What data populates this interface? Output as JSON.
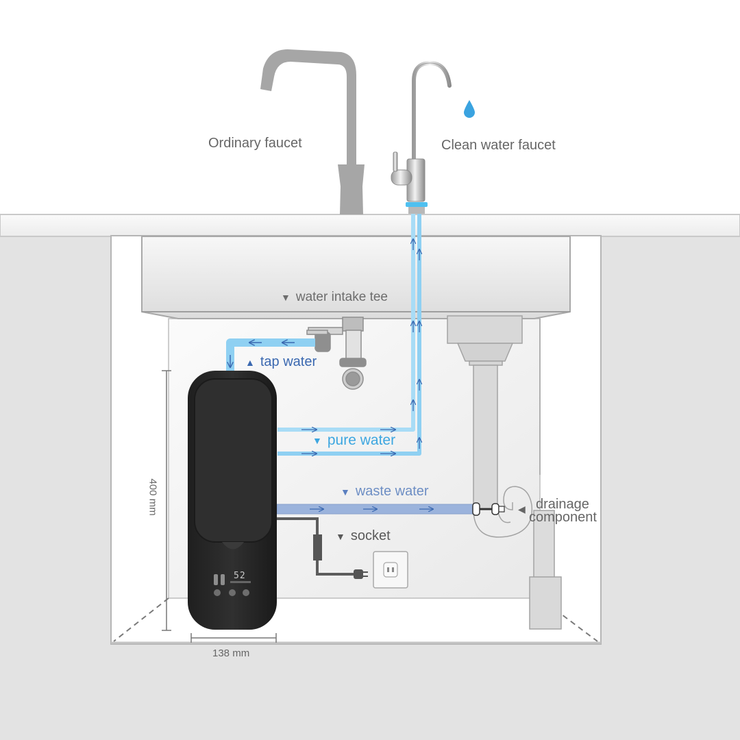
{
  "labels": {
    "ordinary_faucet": "Ordinary faucet",
    "clean_water_faucet": "Clean water faucet",
    "water_intake_tee": "water intake tee",
    "tap_water": "tap water",
    "pure_water": "pure water",
    "waste_water": "waste water",
    "socket": "socket",
    "drainage_component_line1": "drainage",
    "drainage_component_line2": "component",
    "height_dimension": "400 mm",
    "width_dimension": "138 mm"
  },
  "markers": {
    "down_triangle": "▼",
    "up_triangle": "▲",
    "left_triangle": "◀"
  },
  "device_display": {
    "reading": "52"
  },
  "colors": {
    "background": "#e3e3e3",
    "countertop": "#f4f4f4",
    "cabinet_interior": "#f2f2f2",
    "tap_water_pipe": "#8fd0f2",
    "pure_water_pipe": "#a8dcf6",
    "waste_water_pipe": "#9bb3dc",
    "arrow_blue": "#3a68b0",
    "purifier_body": "#2a2a2a",
    "water_drop": "#3aa3e0",
    "text_gray": "#666666"
  }
}
